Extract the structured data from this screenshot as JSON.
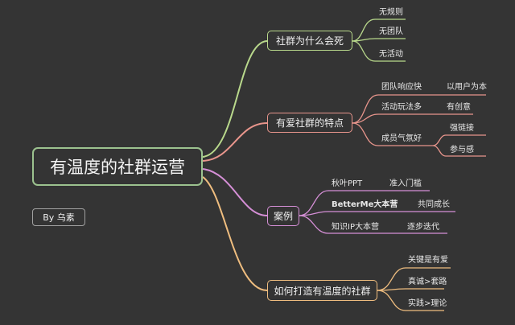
{
  "root": "有温度的社群运营",
  "author": "By 乌素",
  "branches": [
    {
      "label": "社群为什么会死",
      "color": "#b9d98c",
      "children": [
        "无规则",
        "无团队",
        "无活动"
      ]
    },
    {
      "label": "有爱社群的特点",
      "color": "#e8958c",
      "children": [
        {
          "label": "团队响应快",
          "children": [
            "以用户为本"
          ]
        },
        {
          "label": "活动玩法多",
          "children": [
            "有创意"
          ]
        },
        {
          "label": "成员气氛好",
          "children": [
            "强链接",
            "参与感"
          ]
        }
      ]
    },
    {
      "label": "案例",
      "color": "#d58fd6",
      "children": [
        {
          "label": "秋叶PPT",
          "children": [
            "准入门槛"
          ]
        },
        {
          "label": "BetterMe大本营",
          "children": [
            "共同成长"
          ]
        },
        {
          "label": "知识IP大本营",
          "children": [
            "逐步迭代"
          ]
        }
      ]
    },
    {
      "label": "如何打造有温度的社群",
      "color": "#efbd7f",
      "children": [
        "关键是有爱",
        "真诚>套路",
        "实践>理论"
      ]
    }
  ]
}
